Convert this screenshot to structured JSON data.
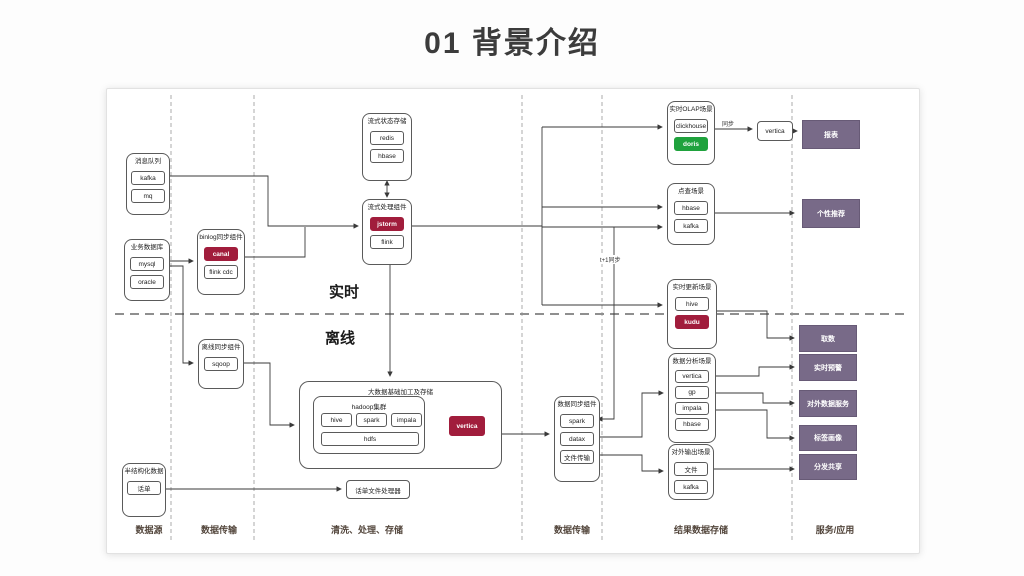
{
  "title": "01 背景介绍",
  "sections": {
    "realtime": "实时",
    "offline": "离线"
  },
  "columns": [
    "数据源",
    "数据传输",
    "清洗、处理、存储",
    "数据传输",
    "结果数据存储",
    "服务/应用"
  ],
  "colors": {
    "red": "#a11d3c",
    "green": "#1fa23d",
    "purple": "#786a88"
  },
  "edge_labels": {
    "sync": "同步",
    "t1": "t+1同步"
  },
  "groups": [
    {
      "id": "mq-group",
      "label": "消息队列",
      "items": [
        {
          "label": "kafka"
        },
        {
          "label": "mq"
        }
      ]
    },
    {
      "id": "bizdb",
      "label": "业务数据库",
      "items": [
        {
          "label": "mysql"
        },
        {
          "label": "oracle"
        }
      ]
    },
    {
      "id": "binlog",
      "label": "binlog同步组件",
      "items": [
        {
          "label": "canal",
          "style": "red"
        },
        {
          "label": "flink cdc"
        }
      ]
    },
    {
      "id": "stream-state",
      "label": "流式状态存储",
      "items": [
        {
          "label": "redis"
        },
        {
          "label": "hbase"
        }
      ]
    },
    {
      "id": "stream-proc",
      "label": "流式处理组件",
      "items": [
        {
          "label": "jstorm",
          "style": "red"
        },
        {
          "label": "flink"
        }
      ]
    },
    {
      "id": "olap",
      "label": "实时OLAP场景",
      "items": [
        {
          "label": "clickhouse"
        },
        {
          "label": "doris",
          "style": "green"
        }
      ]
    },
    {
      "id": "pointquery",
      "label": "点查场景",
      "items": [
        {
          "label": "hbase"
        },
        {
          "label": "kafka"
        }
      ]
    },
    {
      "id": "upsert",
      "label": "实时更新场景",
      "items": [
        {
          "label": "hive"
        },
        {
          "label": "kudu",
          "style": "red"
        }
      ]
    },
    {
      "id": "analysis",
      "label": "数据分析场景",
      "items": [
        {
          "label": "vertica"
        },
        {
          "label": "gp"
        },
        {
          "label": "impala"
        },
        {
          "label": "hbase"
        }
      ]
    },
    {
      "id": "export",
      "label": "对外输出场景",
      "items": [
        {
          "label": "文件"
        },
        {
          "label": "kafka"
        }
      ]
    },
    {
      "id": "offline-sync",
      "label": "离线同步组件",
      "items": [
        {
          "label": "sqoop"
        }
      ]
    },
    {
      "id": "transfer2",
      "label": "数据同步组件",
      "items": [
        {
          "label": "spark"
        },
        {
          "label": "datax"
        },
        {
          "label": "文件传输"
        }
      ]
    },
    {
      "id": "semi",
      "label": "半结构化数据",
      "items": [
        {
          "label": "话单"
        }
      ]
    }
  ],
  "container": {
    "label": "大数据基础加工及存储",
    "cluster_label": "hadoop集群",
    "cluster_items": [
      "hive",
      "spark",
      "impala"
    ],
    "cluster_wide": "hdfs",
    "side_item": {
      "label": "vertica",
      "style": "red"
    }
  },
  "standalone": [
    {
      "id": "vertica-sync",
      "label": "vertica"
    },
    {
      "id": "cdr-loader",
      "label": "话单文件处理器"
    }
  ],
  "apps": [
    {
      "label": "报表"
    },
    {
      "label": "个性推荐"
    },
    {
      "label": "取数"
    },
    {
      "label": "实时预警"
    },
    {
      "label": "对外数据服务"
    },
    {
      "label": "标签画像"
    },
    {
      "label": "分发共享"
    }
  ]
}
